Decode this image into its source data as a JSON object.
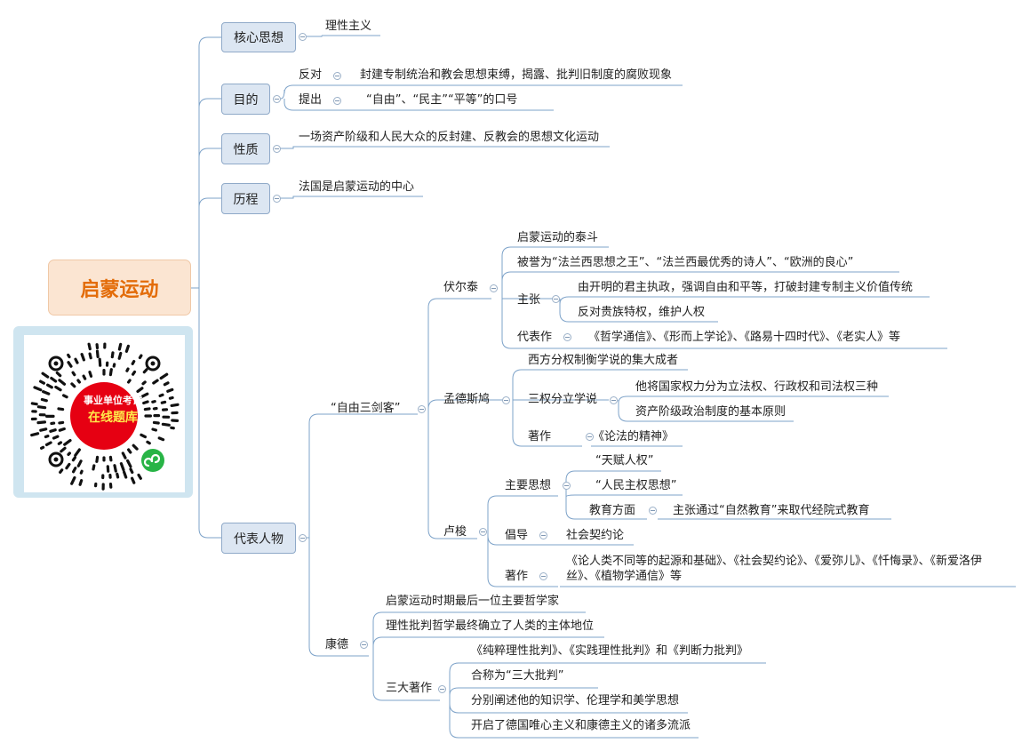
{
  "root": {
    "label": "启蒙运动",
    "color": "#e36c09",
    "fill": "#fbe5d2"
  },
  "colors": {
    "line": "#7ea3c9",
    "topic_fill": "#dce6f2",
    "topic_border": "#8fa9c8"
  },
  "qr": {
    "line1": "事业单位考试",
    "line2": "在线题库",
    "icon": "mini-program-icon"
  },
  "topics": {
    "core": {
      "label": "核心思想",
      "value": "理性主义"
    },
    "purpose": {
      "label": "目的",
      "oppose_label": "反对",
      "oppose_text": "封建专制统治和教会思想束缚，揭露、批判旧制度的腐败现象",
      "propose_label": "提出",
      "propose_text": "“自由”、“民主”“平等”的口号"
    },
    "nature": {
      "label": "性质",
      "value": "一场资产阶级和人民大众的反封建、反教会的思想文化运动"
    },
    "process": {
      "label": "历程",
      "value": "法国是启蒙运动的中心"
    },
    "figures": {
      "label": "代表人物",
      "trio": {
        "label": "“自由三剑客”",
        "voltaire": {
          "label": "伏尔泰",
          "items": [
            "启蒙运动的泰斗",
            "被誉为“法兰西思想之王”、“法兰西最优秀的诗人”、“欧洲的良心”"
          ],
          "claim_label": "主张",
          "claims": [
            "由开明的君主执政，强调自由和平等，打破封建专制主义价值传统",
            "反对贵族特权，维护人权"
          ],
          "works_label": "代表作",
          "works": "《哲学通信》、《形而上学论》、《路易十四时代》、《老实人》等"
        },
        "montesquieu": {
          "label": "孟德斯鸠",
          "item": "西方分权制衡学说的集大成者",
          "theory_label": "三权分立学说",
          "theory": [
            "他将国家权力分为立法权、行政权和司法权三种",
            "资产阶级政治制度的基本原则"
          ],
          "works_label": "著作",
          "works": "《论法的精神》"
        },
        "rousseau": {
          "label": "卢梭",
          "thought_label": "主要思想",
          "thoughts": [
            "“天赋人权”",
            "“人民主权思想”"
          ],
          "edu_label": "教育方面",
          "edu": "主张通过“自然教育”来取代经院式教育",
          "advocate_label": "倡导",
          "advocate": "社会契约论",
          "works_label": "著作",
          "works": "《论人类不同等的起源和基础》、《社会契约论》、《爱弥儿》、《忏悔录》、《新爱洛伊丝》、《植物学通信》等"
        }
      },
      "kant": {
        "label": "康德",
        "items": [
          "启蒙运动时期最后一位主要哲学家",
          "理性批判哲学最终确立了人类的主体地位"
        ],
        "works_label": "三大著作",
        "works": [
          "《纯粹理性批判》、《实践理性批判》和《判断力批判》",
          "合称为“三大批判”",
          "分别阐述他的知识学、伦理学和美学思想",
          "开启了德国唯心主义和康德主义的诸多流派"
        ]
      }
    }
  }
}
